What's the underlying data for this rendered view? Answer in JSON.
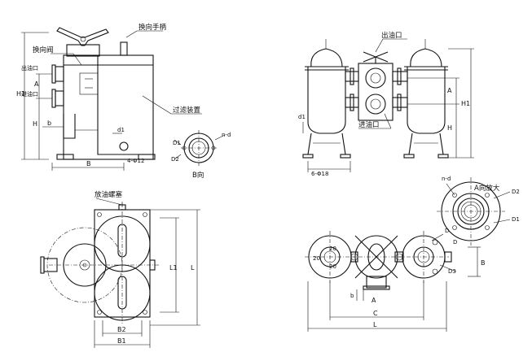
{
  "labels": {
    "handle": "换向手柄",
    "valve": "换向阀",
    "outlet_left": "出油口",
    "inlet_left": "进油口",
    "filter_device": "过滤装置",
    "outlet_right": "出油口",
    "inlet_right": "进油口",
    "drain_plug": "放油螺塞",
    "view_b": "B向",
    "view_a": "A向放大"
  },
  "dims": {
    "H1": "H1",
    "H": "H",
    "A": "A",
    "b": "b",
    "B": "B",
    "bolt_left": "4-Φ12",
    "d1": "d1",
    "D1": "D1",
    "D2": "D2",
    "nd": "n-d",
    "bolt_right": "6-Φ18",
    "A_r": "A",
    "H1_r": "H1",
    "H_r": "H",
    "d1_r": "d1",
    "L1": "L1",
    "L": "L",
    "B2": "B2",
    "B1": "B1",
    "nd_a": "n-d",
    "D2_a": "D2",
    "D1_a": "D1",
    "D_a": "D",
    "D_b": "D",
    "D3": "D3",
    "B_r": "B",
    "A_b": "A",
    "b_b": "b",
    "C": "C",
    "L_b": "L",
    "n20a": "20",
    "n20b": "20",
    "n20c": "20"
  }
}
